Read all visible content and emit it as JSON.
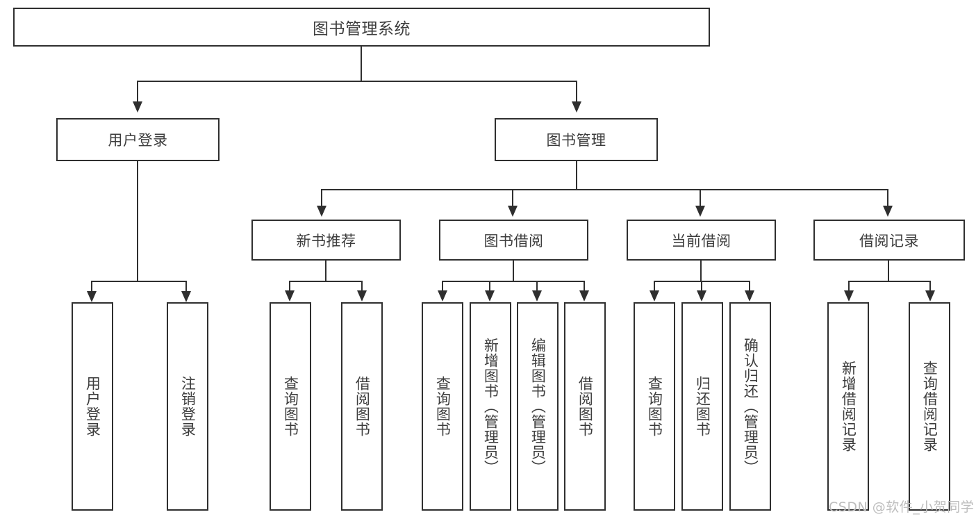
{
  "diagram": {
    "type": "tree-hierarchy",
    "title": "图书管理系统",
    "root": {
      "label": "图书管理系统"
    },
    "level2": [
      {
        "label": "用户登录"
      },
      {
        "label": "图书管理"
      }
    ],
    "level3": [
      {
        "label": "新书推荐"
      },
      {
        "label": "图书借阅"
      },
      {
        "label": "当前借阅"
      },
      {
        "label": "借阅记录"
      }
    ],
    "leaves": {
      "user_login": [
        {
          "label": "用户登录"
        },
        {
          "label": "注销登录"
        }
      ],
      "new_book_recommend": [
        {
          "label": "查询图书"
        },
        {
          "label": "借阅图书"
        }
      ],
      "book_borrow": [
        {
          "label": "查询图书"
        },
        {
          "label": "新增图书（管理员）"
        },
        {
          "label": "编辑图书（管理员）"
        },
        {
          "label": "借阅图书"
        }
      ],
      "current_borrow": [
        {
          "label": "查询图书"
        },
        {
          "label": "归还图书"
        },
        {
          "label": "确认归还（管理员）"
        }
      ],
      "borrow_record": [
        {
          "label": "新增借阅记录"
        },
        {
          "label": "查询借阅记录"
        }
      ]
    }
  },
  "watermark": {
    "text": "CSDN @软件_小贺同学"
  },
  "colors": {
    "stroke": "#2f2f2f",
    "text": "#3d3d3d",
    "background": "#ffffff",
    "watermark": "#bdbdbd"
  }
}
